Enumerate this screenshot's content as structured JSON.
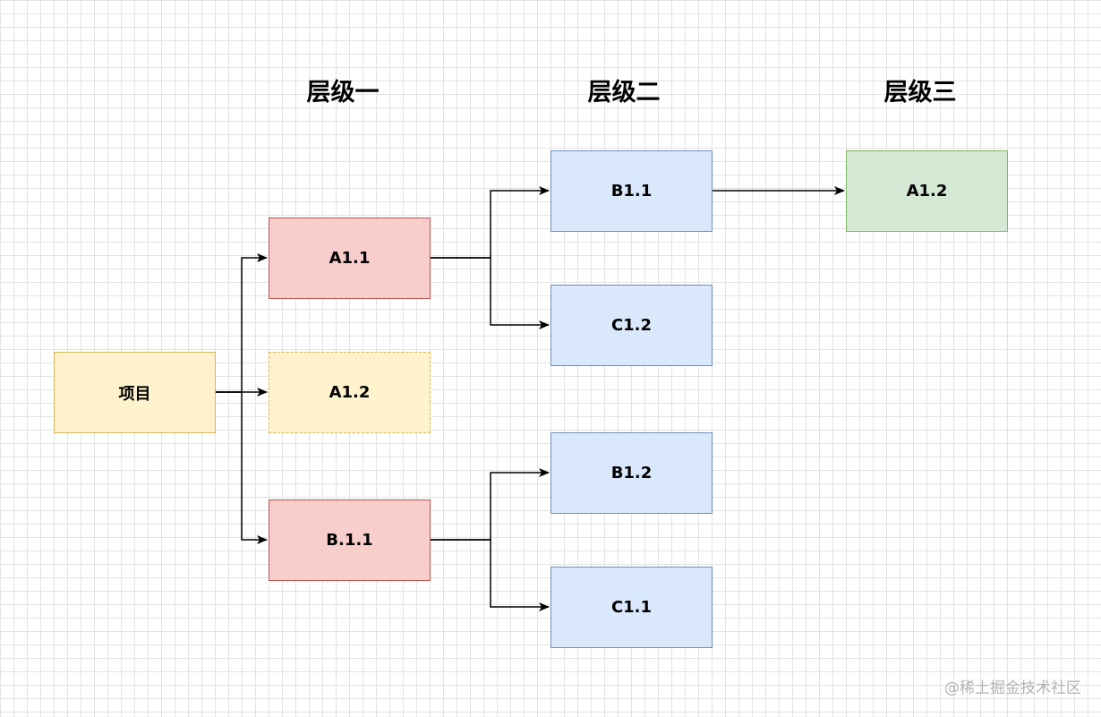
{
  "levels": {
    "level1": "层级一",
    "level2": "层级二",
    "level3": "层级三"
  },
  "nodes": {
    "project": "项目",
    "a11": "A1.1",
    "a12_pending": "A1.2",
    "b11_dot": "B.1.1",
    "b11": "B1.1",
    "c12": "C1.2",
    "b12": "B1.2",
    "c11": "C1.1",
    "a12_final": "A1.2"
  },
  "colors": {
    "yellow_fill": "#fff2cc",
    "yellow_stroke": "#d6b656",
    "red_fill": "#f8cecc",
    "red_stroke": "#b85450",
    "blue_fill": "#dae8fc",
    "blue_stroke": "#6c8ebf",
    "green_fill": "#d5e8d4",
    "green_stroke": "#82b366"
  },
  "watermark": "@稀土掘金技术社区"
}
